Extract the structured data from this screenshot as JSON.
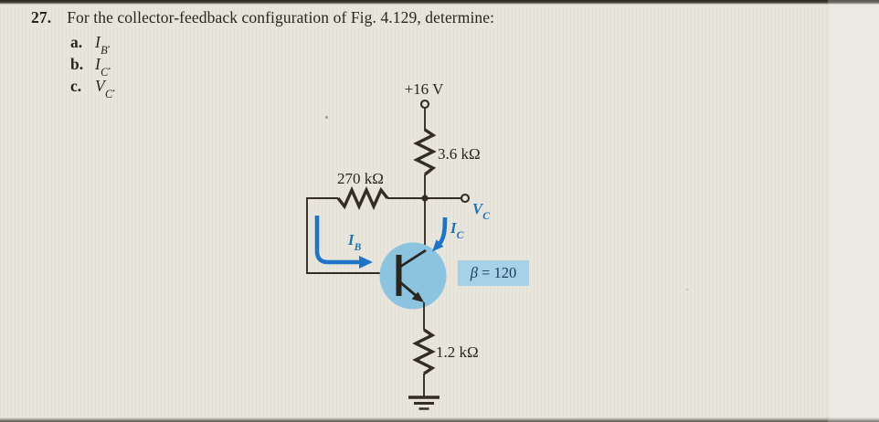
{
  "problem": {
    "number": "27.",
    "statement": "For the collector-feedback configuration of Fig. 4.129, determine:",
    "items": [
      {
        "prefix": "a.",
        "symbol": "I",
        "sub": "B",
        "suffix": "."
      },
      {
        "prefix": "b.",
        "symbol": "I",
        "sub": "C",
        "suffix": "."
      },
      {
        "prefix": "c.",
        "symbol": "V",
        "sub": "C",
        "suffix": "."
      }
    ]
  },
  "circuit": {
    "supply_label": "+16 V",
    "collector_resistor_label": "3.6 kΩ",
    "feedback_resistor_label": "270 kΩ",
    "emitter_resistor_label": "1.2 kΩ",
    "vc_label": {
      "symbol": "V",
      "sub": "C"
    },
    "ic_label": {
      "symbol": "I",
      "sub": "C"
    },
    "ib_label": {
      "symbol": "I",
      "sub": "B"
    },
    "beta": {
      "symbol": "β",
      "rest": "= 120"
    }
  },
  "colors": {
    "page_background": "#e8e5dc",
    "wire": "#332d25",
    "arrow_blue": "#1e74c6",
    "label_blue": "#1d6fc0",
    "transistor_fill": "#8cc4e0",
    "beta_box_fill": "#a7d1e7",
    "beta_text": "#1c3a5e",
    "text": "#29251e"
  }
}
